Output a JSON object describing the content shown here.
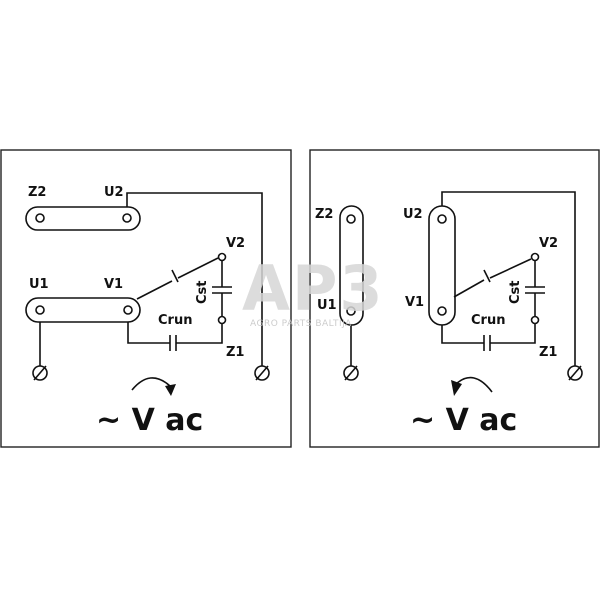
{
  "left": {
    "labels": {
      "z2": "Z2",
      "u2": "U2",
      "u1": "U1",
      "v1": "V1",
      "v2": "V2",
      "cst": "Cst",
      "crun": "Crun",
      "z1": "Z1"
    },
    "ground": "⏚",
    "supply": "~ V ac",
    "rotation": "clockwise"
  },
  "right": {
    "labels": {
      "z2": "Z2",
      "u2": "U2",
      "u1": "U1",
      "v1": "V1",
      "v2": "V2",
      "cst": "Cst",
      "crun": "Crun",
      "z1": "Z1"
    },
    "ground": "⏚",
    "supply": "~ V ac",
    "rotation": "counter-clockwise"
  },
  "watermark": {
    "logo": "AP3",
    "text": "AGRO PARTS BALTIJA"
  }
}
